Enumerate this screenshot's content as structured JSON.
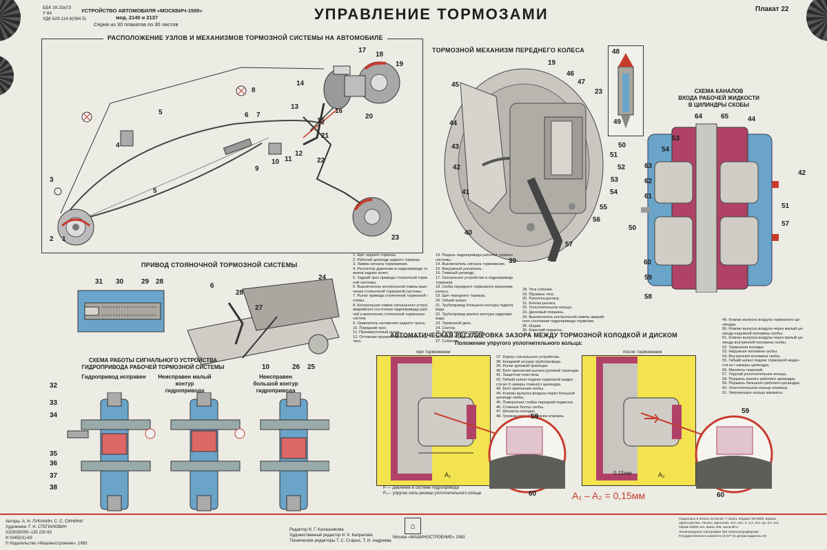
{
  "header": {
    "code_lines": [
      "ББК 39.33я73",
      "У 84",
      "УДК 629.114.6(084.5)"
    ],
    "org": "УСТРОЙСТВО АВТОМОБИЛЯ «МОСКВИЧ-1500»",
    "model": "мод. 2140 и 2137",
    "series": "Серия из 30 плакатов по 30 листов",
    "title": "УПРАВЛЕНИЕ ТОРМОЗАМИ",
    "plate": "Плакат 22"
  },
  "sections": {
    "layout": "РАСПОЛОЖЕНИЕ УЗЛОВ И МЕХАНИЗМОВ ТОРМОЗНОЙ СИСТЕМЫ НА АВТОМОБИЛЕ",
    "front": "ТОРМОЗНОЙ МЕХАНИЗМ ПЕРЕДНЕГО КОЛЕСА",
    "channels": [
      "СХЕМА КАНАЛОВ",
      "ВХОДА РАБОЧЕЙ ЖИДКОСТИ",
      "В ЦИЛИНДРЫ СКОБЫ"
    ],
    "parking": "ПРИВОД СТОЯНОЧНОЙ ТОРМОЗНОЙ СИСТЕМЫ",
    "signal": [
      "СХЕМА РАБОТЫ СИГНАЛЬНОГО УСТРОЙСТВА",
      "ГИДРОПРИВОДА РАБОЧЕЙ ТОРМОЗНОЙ СИСТЕМЫ"
    ],
    "auto": "АВТОМАТИЧЕСКАЯ РЕГУЛИРОВКА ЗАЗОРА МЕЖДУ ТОРМОЗНОЙ КОЛОДКОЙ И ДИСКОМ",
    "auto_sub": "Положение упругого уплотнительного кольца:"
  },
  "signal_states": [
    "Гидропривод исправен",
    "Неисправен малый контур гидропривода",
    "Неисправен большой контур гидропривода"
  ],
  "ring_states": [
    "при торможении",
    "после торможения"
  ],
  "formula": "A₁ – A₂ = 0,15мм",
  "gap_label": "0,15мм",
  "a_labels": [
    "A₁",
    "A₂"
  ],
  "p_notes": [
    "P — давление в системе гидропривода",
    "P₁— упругие силы резины уплотнительного кольце"
  ],
  "legend_col1": [
    "1. Щит заднего тормоза.",
    "2. Рабочий цилиндр заднего тормоза.",
    "3. Лампа сигнала торможения.",
    "4. Регулятор давления в гидроприводе тор-",
    "   мозов задних колес.",
    "5. Задний трос привода стояночной тормоз-",
    "   ной системы.",
    "6. Выключатель контрольной лампы выклю-",
    "   чения стояночной тормозной системы.",
    "7. Рычаг привода стояночной тормозной си-",
    "   стемы.",
    "8. Контрольная лампа сигнального устройства",
    "   аварийного состояния гидропривода рабо-",
    "   чей и включения стояночной тормозных",
    "   систем.",
    "9. Уравнитель натяжения заднего троса.",
    "10. Передний трос.",
    "11. Промежуточный рычаг.",
    "12. Оттяжная пружина промежуточного ры-",
    "    чага."
  ],
  "legend_col2": [
    "13. Педаль гидропривода рабочей тормозной",
    "    системы.",
    "14. Выключатель сигнала торможения.",
    "15. Вакуумный усилитель.",
    "16. Главный цилиндр.",
    "17. Сигнальное устройство в гидроприводе",
    "    тормозов.",
    "18. Скоба переднего тормозного механизма",
    "    колеса.",
    "19. Щит переднего тормоза.",
    "20. Гибкий шланг.",
    "21. Трубопровод большого контура гидропри-",
    "    вода.",
    "22. Трубопровод малого контура гидропри-",
    "    вода.",
    "23. Тормозной диск.",
    "24. Сектор.",
    "25. Валик ручного тормоза.",
    "26. Рычаг переднего троса.",
    "27. Собачка."
  ],
  "legend_col3": [
    "28. Тяга собачки.",
    "29. Пружина тяги.",
    "30. Рукоятка рычага.",
    "31. Кнопка рычага.",
    "32. Уплотнительное кольцо.",
    "33. Дисковый поршень.",
    "34. Выключатель контрольной лампы аварий-",
    "    ного состояния гидропривода тормозов.",
    "35. Шарик.",
    "36. Короткий поршень."
  ],
  "legend_col4": [
    "37. Корпус сигнального устройства.",
    "38. Концевой штуцер трубопровода.",
    "39. Рычаг рулевой трапеции.",
    "40. Болт крепления рычага рулевой трапеции.",
    "41. Защитная пластина.",
    "42. Гибкий шланг подачи тормозной жидко-",
    "    сти во II камеры главного цилиндра.",
    "43. Болт крепления скобы.",
    "44. Клапан выпуска воздуха через большой",
    "    цилиндр скобы.",
    "45. Поворотная стойка передней подвески.",
    "46. Стяжные болты скобы.",
    "47. Шплинты колодок.",
    "48. Грязезащитный колпачок клапана."
  ],
  "legend_col5": [
    "49. Клапан выпуска воздуха тормозного ци-",
    "    линдра.",
    "50. Клапан выпуска воздуха через малый ци-",
    "    линдр наружной половины скобы.",
    "51. Клапан выпуска воздуха через малый ци-",
    "    линдр внутренней половины скобы.",
    "52. Тормозная колодка.",
    "53. Наружная половина скобы.",
    "54. Внутренняя половина скобы.",
    "55. Гибкий шланг подачи тормозной жидко-",
    "    сти из I камеры цилиндра.",
    "56. Манжеты поршней.",
    "57. Упругий уплотнительное кольцо.",
    "58. Поршень малого рабочего цилиндра.",
    "59. Поршень большого рабочего цилиндра.",
    "60. Уплотнительное кольцо клапана.",
    "61. Уверняющее кольцо манжеты."
  ],
  "footer": {
    "authors": "Авторы: А. Н. ЛУКАНИН, С. С. СИНИНИ",
    "artist": "Художники: Г. Н. СТЕПАНОВИН",
    "codes": [
      "3103030000–135 220-83",
      "И   0345(01)-83"
    ],
    "copyright": "© Издательство «Машиностроение», 1983",
    "editor": "Редактор И. Г. Калашникова",
    "art_editor": "Художественный редактор И. К. Капралова",
    "tech_editor": "Технические редакторы Т. С. Старых, Т. И. Андреева",
    "publisher": "Москва     «МАШИНОСТРОЕНИЕ»     1983",
    "print_info": [
      "Подписано в печать 22.08.83. Т-11161. Формат 60×90/8. Бумага",
      "офсетная №1. Печать офсетная. Усл. печ. л. 1,0. Усл. кр.-отт. 8,0.",
      "Тираж 20000 экз. Заказ 405. Цена 80 к.",
      "Ленинградская типография №4 Ленполиграфпрома",
      "Государственного комитета СССР по делам издательств"
    ]
  },
  "colors": {
    "accent": "#c73b2d",
    "fluid": "#6aa4c9",
    "pink": "#b04268",
    "yellow": "#f2e34f"
  }
}
